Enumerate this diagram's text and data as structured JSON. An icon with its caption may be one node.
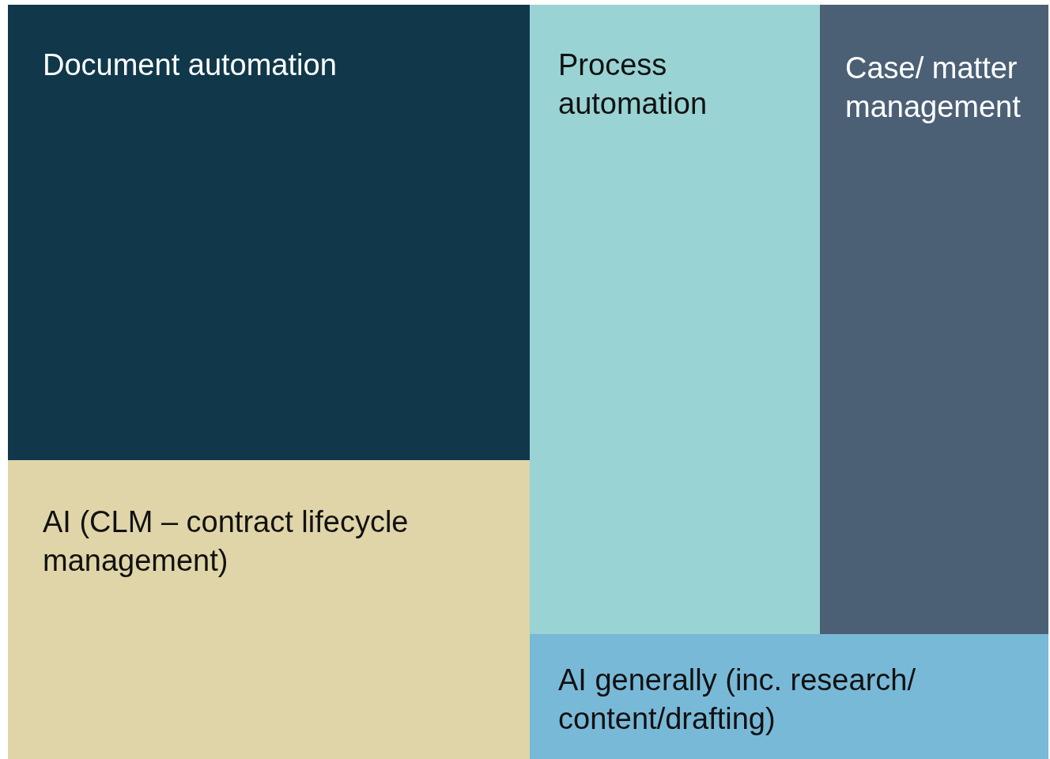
{
  "diagram": {
    "nodes": [
      {
        "text": [
          "Document automation"
        ]
      },
      {
        "text": [
          "AI (CLM – contract lifecycle management)"
        ]
      },
      {
        "text": [
          "Process automation"
        ]
      },
      {
        "text": [
          "Case/ matter management"
        ]
      },
      {
        "text": [
          "AI generally (inc. research/ content/drafting)"
        ]
      }
    ]
  }
}
